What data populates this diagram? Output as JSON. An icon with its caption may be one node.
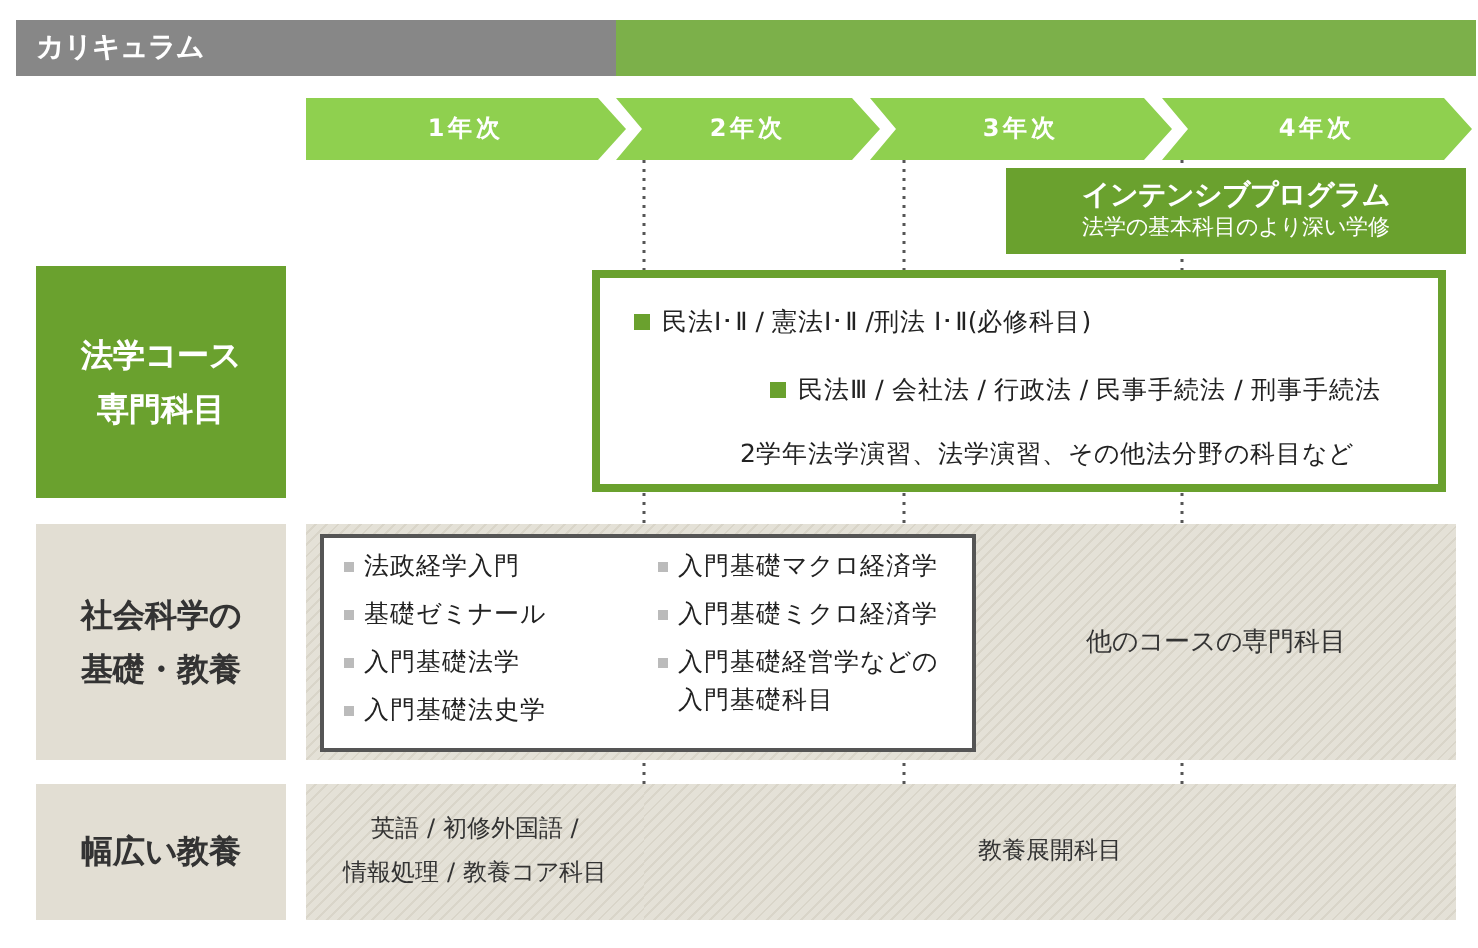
{
  "diagram": {
    "nodes": [
      {
        "text": [
          "カリキュラム"
        ]
      },
      {
        "text": [
          "1年次"
        ]
      },
      {
        "text": [
          "2年次"
        ]
      },
      {
        "text": [
          "3年次"
        ]
      },
      {
        "text": [
          "4年次"
        ]
      },
      {
        "text": [
          "インテンシブプログラム",
          "法学の基本科目のより深い学修"
        ]
      },
      {
        "text": [
          "法学コース専門科目"
        ]
      },
      {
        "text": [
          "民法Ⅰ･Ⅱ / 憲法Ⅰ･Ⅱ /刑法 Ⅰ･Ⅱ(必修科目)",
          "民法Ⅲ / 会社法 / 行政法 / 民事手続法 / 刑事手続法",
          "2学年法学演習、法学演習、その他法分野の科目など"
        ]
      },
      {
        "text": [
          "社会科学の基礎・教養"
        ]
      },
      {
        "text": [
          "他のコースの専門科目"
        ]
      },
      {
        "text": [
          "法政経学入門",
          "基礎ゼミナール",
          "入門基礎法学",
          "入門基礎法史学",
          "入門基礎マクロ経済学",
          "入門基礎ミクロ経済学",
          "入門基礎経営学などの入門基礎科目"
        ],
        "in": 9
      },
      {
        "text": [
          "幅広い教養"
        ]
      },
      {
        "text": [
          "英語 / 初修外国語 / 情報処理 / 教養コア科目"
        ]
      },
      {
        "text": [
          "教養展開科目"
        ]
      }
    ],
    "edges": []
  }
}
